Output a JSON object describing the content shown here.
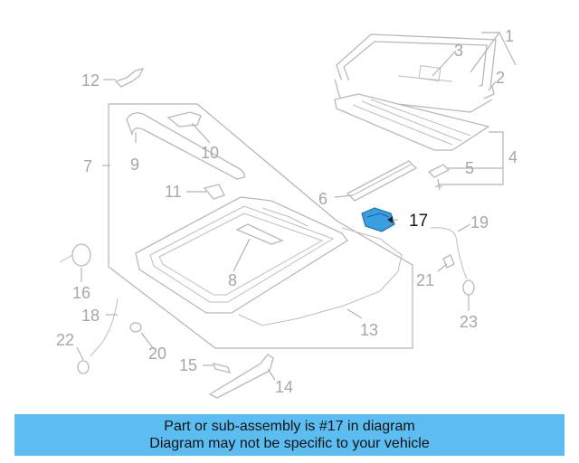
{
  "callouts": {
    "n1": "1",
    "n2": "2",
    "n3": "3",
    "n4": "4",
    "n5": "5",
    "n6": "6",
    "n7": "7",
    "n8": "8",
    "n9": "9",
    "n10": "10",
    "n11": "11",
    "n12": "12",
    "n13": "13",
    "n14": "14",
    "n15": "15",
    "n16": "16",
    "n17": "17",
    "n18": "18",
    "n19": "19",
    "n20": "20",
    "n21": "21",
    "n22": "22",
    "n23": "23"
  },
  "highlight": {
    "part": "17",
    "color": "#3a9fe0"
  },
  "banner": {
    "line1": "Part or sub-assembly is #17 in diagram",
    "line2": "Diagram may not be specific to your vehicle",
    "background": "#5bbdf0"
  }
}
